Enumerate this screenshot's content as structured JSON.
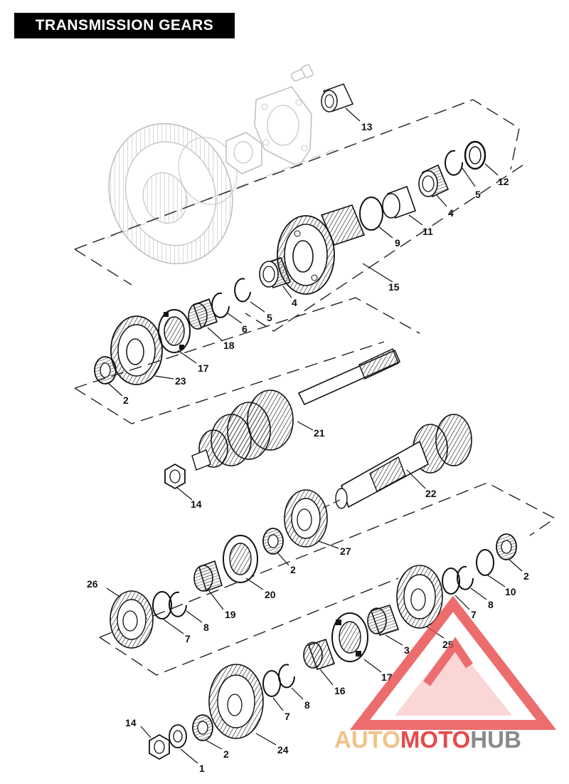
{
  "title": "TRANSMISSION GEARS",
  "callouts": {
    "c13": "13",
    "c12": "12",
    "c5a": "5",
    "c4a": "4",
    "c11": "11",
    "c9": "9",
    "c15": "15",
    "c4b": "4",
    "c5b": "5",
    "c6": "6",
    "c18": "18",
    "c17a": "17",
    "c23": "23",
    "c2a": "2",
    "c21": "21",
    "c14a": "14",
    "c22": "22",
    "c27": "27",
    "c2b": "2",
    "c20": "20",
    "c19": "19",
    "c8a": "8",
    "c7a": "7",
    "c26": "26",
    "c2c": "2",
    "c10": "10",
    "c8b": "8",
    "c7b": "7",
    "c25": "25",
    "c3": "3",
    "c17b": "17",
    "c16": "16",
    "c8c": "8",
    "c7c": "7",
    "c24": "24",
    "c2d": "2",
    "c1": "1",
    "c14b": "14"
  },
  "watermark": {
    "part1": "AUTO",
    "part2": "MOTO",
    "part3": "HUB",
    "colors": {
      "gold": "#f2c288",
      "red": "#e8494a",
      "gray": "#8a8a8a"
    }
  }
}
